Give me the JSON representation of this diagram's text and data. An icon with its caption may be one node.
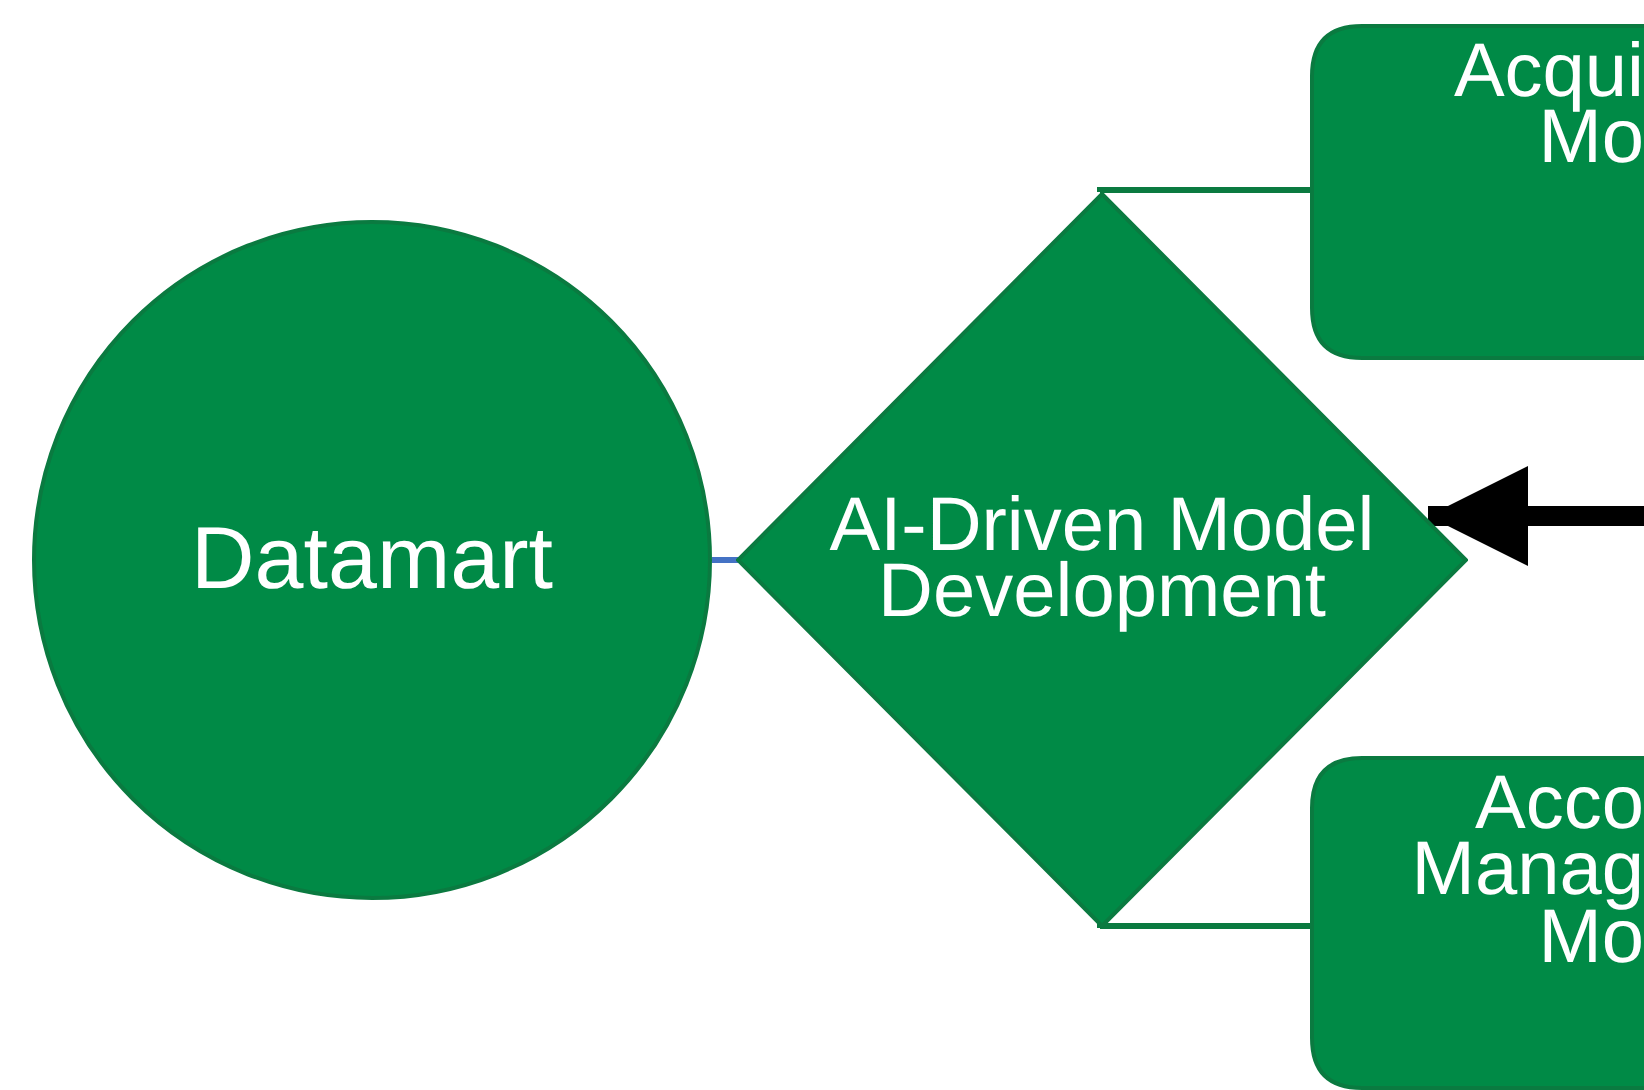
{
  "diagram": {
    "nodes": [
      {
        "text": [
          "Datamart"
        ]
      },
      {
        "text": [
          "AI-Driven Model Development"
        ]
      },
      {
        "text": [
          "Acqui Mo"
        ]
      },
      {
        "text": [
          "Acco Manag Mo"
        ]
      }
    ],
    "edges": [
      {
        "from": 0,
        "to": 1,
        "arrow": "none",
        "color": "#4472c4"
      },
      {
        "from": 1,
        "to": 2,
        "arrow": "none"
      },
      {
        "from": 1,
        "to": 3,
        "arrow": "none"
      },
      {
        "from": null,
        "to": 1,
        "arrow": "to",
        "style": "thick",
        "color": "#000000"
      }
    ]
  }
}
